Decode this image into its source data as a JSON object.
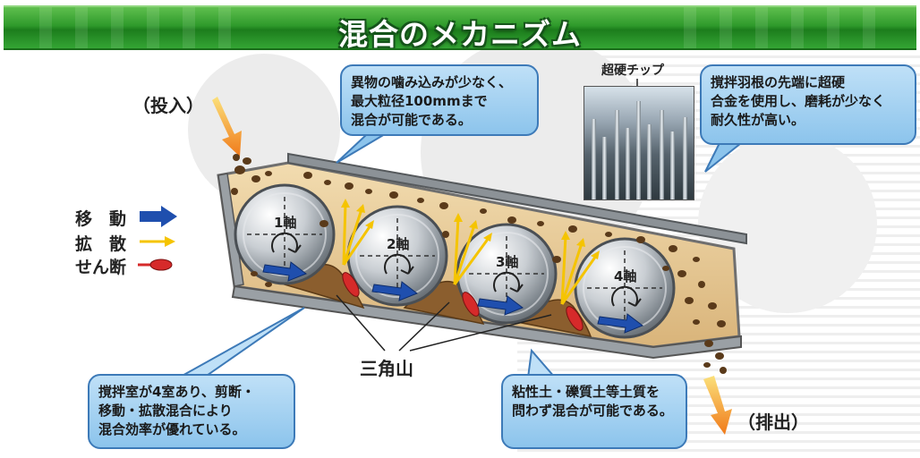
{
  "title": "混合のメカニズム",
  "labels": {
    "input": "（投入）",
    "output": "（排出）",
    "chip": "超硬チップ",
    "triangle": "三角山"
  },
  "legend": [
    {
      "label": "移　動",
      "icon": "blue-arrow",
      "color": "#1f4fae"
    },
    {
      "label": "拡　散",
      "icon": "yellow-arrow",
      "color": "#f5c400"
    },
    {
      "label": "せん断",
      "icon": "red-bullet",
      "color": "#d62a2a"
    }
  ],
  "shafts": [
    "1軸",
    "2軸",
    "3軸",
    "4軸"
  ],
  "callouts": {
    "top_center": "異物の噛み込みが少なく、\n最大粒径100mmまで\n混合が可能である。",
    "top_right": "撹拌羽根の先端に超硬\n合金を使用し、磨耗が少なく\n耐久性が高い。",
    "bottom_left": "撹拌室が4室あり、剪断・\n移動・拡散混合により\n混合効率が優れている。",
    "bottom_right": "粘性土・礫質土等土質を\n問わず混合が可能である。"
  },
  "colors": {
    "banner": "#2e9a2b",
    "callout_fill": "#a8d2f2",
    "callout_border": "#3d7ab8",
    "soil": "#e8cc9a",
    "move_arrow": "#1f4fae",
    "diffuse_arrow": "#f5c400",
    "shear": "#d62a2a",
    "flow_arrow": "#f08a1a"
  }
}
